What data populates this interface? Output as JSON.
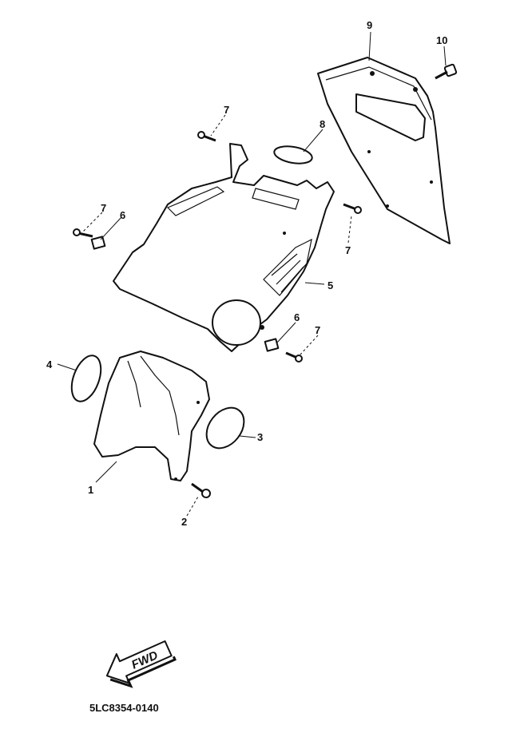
{
  "diagram": {
    "drawing_code": "5LC8354-0140",
    "direction_label": "FWD",
    "callouts": [
      {
        "id": "c1",
        "label": "1"
      },
      {
        "id": "c2",
        "label": "2"
      },
      {
        "id": "c3",
        "label": "3"
      },
      {
        "id": "c4",
        "label": "4"
      },
      {
        "id": "c5",
        "label": "5"
      },
      {
        "id": "c6a",
        "label": "6"
      },
      {
        "id": "c6b",
        "label": "6"
      },
      {
        "id": "c7a",
        "label": "7"
      },
      {
        "id": "c7b",
        "label": "7"
      },
      {
        "id": "c7c",
        "label": "7"
      },
      {
        "id": "c7d",
        "label": "7"
      },
      {
        "id": "c8",
        "label": "8"
      },
      {
        "id": "c9",
        "label": "9"
      },
      {
        "id": "c10",
        "label": "10"
      }
    ]
  }
}
